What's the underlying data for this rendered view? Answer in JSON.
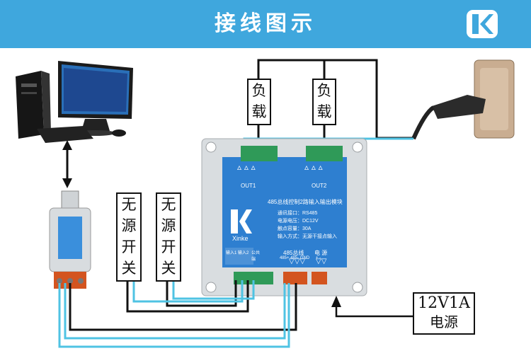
{
  "header": {
    "title": "接线图示",
    "color": "#3fa7dd"
  },
  "labels": {
    "load1": [
      "负",
      "载"
    ],
    "load2": [
      "负",
      "载"
    ],
    "switch1": [
      "无",
      "源",
      "开",
      "关"
    ],
    "switch2": [
      "无",
      "源",
      "开",
      "关"
    ],
    "power_supply": {
      "line1": "12V1A",
      "line2": "电源"
    }
  },
  "module": {
    "brand": "Xinke",
    "title": "485总线控制2路输入输出模块",
    "out1": "OUT1",
    "out2": "OUT2",
    "specs": [
      "通讯接口：RS485",
      "电源电压：DC12V",
      "触点容量：30A",
      "输入方式：无源干接点输入"
    ],
    "bottom_labels": {
      "input1": "输入1",
      "input2": "输入2",
      "common": "公共端",
      "bus": "485总线",
      "bus_pins": "485+ 485- GND",
      "power": "电 源",
      "power_pins": "+ -"
    }
  },
  "colors": {
    "wire_black": "#111111",
    "wire_cyan": "#4fc3e3",
    "panel": "#2e7fd0",
    "case": "#d9dde0"
  }
}
